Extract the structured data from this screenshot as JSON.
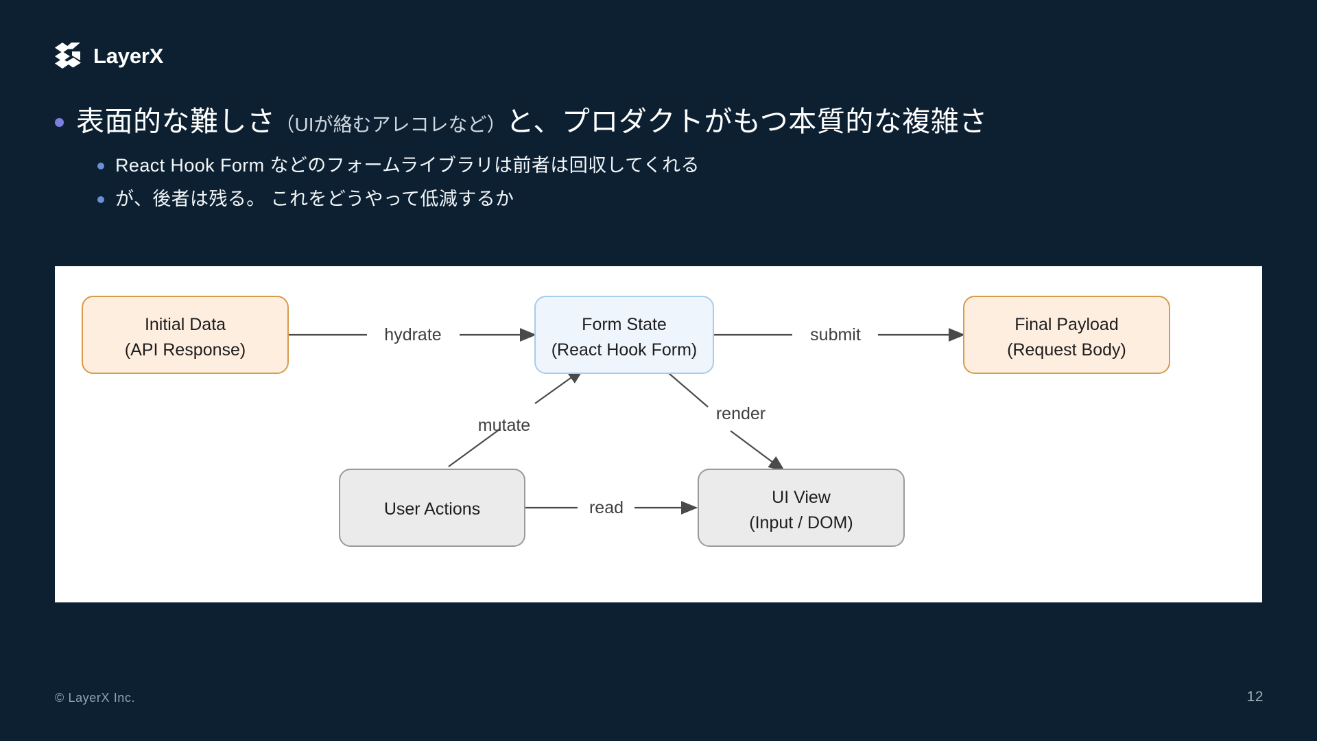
{
  "brand": {
    "logo_icon": "layerx-x-mark-icon",
    "name": "LayerX"
  },
  "slide": {
    "heading_main": "表面的な難しさ",
    "heading_paren": "（UIが絡むアレコレなど）",
    "heading_tail": "と、プロダクトがもつ本質的な複雑さ",
    "sub_bullets": [
      "React Hook Form などのフォームライブラリは前者は回収してくれる",
      "が、後者は残る。 これをどうやって低減するか"
    ]
  },
  "diagram": {
    "type": "flowchart",
    "nodes": [
      {
        "id": "initial-data",
        "line1": "Initial Data",
        "line2": "(API Response)",
        "fill": "#fdeee0",
        "stroke": "#d79b4a"
      },
      {
        "id": "form-state",
        "line1": "Form State",
        "line2": "(React Hook Form)",
        "fill": "#eef5fd",
        "stroke": "#a8cbe8"
      },
      {
        "id": "final-payload",
        "line1": "Final Payload",
        "line2": "(Request Body)",
        "fill": "#fdeee0",
        "stroke": "#d79b4a"
      },
      {
        "id": "user-actions",
        "line1": "User Actions",
        "line2": "",
        "fill": "#ebebeb",
        "stroke": "#9a9a9a"
      },
      {
        "id": "ui-view",
        "line1": "UI View",
        "line2": "(Input / DOM)",
        "fill": "#ebebeb",
        "stroke": "#9a9a9a"
      }
    ],
    "edges": [
      {
        "id": "hydrate",
        "label": "hydrate",
        "from": "initial-data",
        "to": "form-state"
      },
      {
        "id": "submit",
        "label": "submit",
        "from": "form-state",
        "to": "final-payload"
      },
      {
        "id": "mutate",
        "label": "mutate",
        "from": "user-actions",
        "to": "form-state"
      },
      {
        "id": "render",
        "label": "render",
        "from": "form-state",
        "to": "ui-view"
      },
      {
        "id": "read",
        "label": "read",
        "from": "user-actions",
        "to": "ui-view"
      }
    ]
  },
  "footer": {
    "copyright": "© LayerX Inc.",
    "page_number": "12"
  },
  "colors": {
    "background": "#0d2031",
    "panel": "#ffffff",
    "bullet_primary": "#7b7fe0",
    "bullet_secondary": "#6b8fd4",
    "text_primary": "#ffffff",
    "footer_text": "#8fa3b3"
  }
}
